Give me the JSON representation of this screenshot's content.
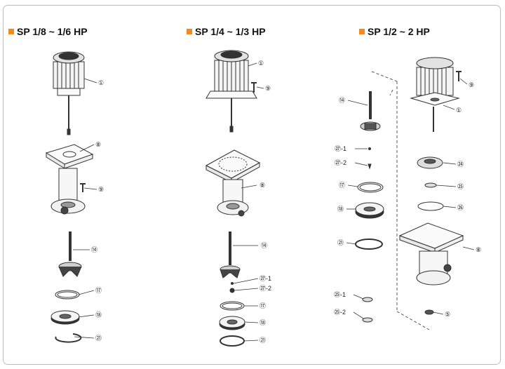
{
  "headers": [
    {
      "title": "SP 1/8 ~ 1/6 HP"
    },
    {
      "title": "SP 1/4 ~ 1/3 HP"
    },
    {
      "title": "SP 1/2 ~ 2 HP"
    }
  ],
  "colors": {
    "accent": "#f28a1e",
    "line": "#333333",
    "frame": "#bdbdbd"
  },
  "labels": [
    {
      "text": "①"
    },
    {
      "text": "⑧"
    },
    {
      "text": "⑨"
    },
    {
      "text": "⑭"
    },
    {
      "text": "⑰"
    },
    {
      "text": "⑱"
    },
    {
      "text": "㉑"
    },
    {
      "text": "①"
    },
    {
      "text": "⑨"
    },
    {
      "text": "⑧"
    },
    {
      "text": "⑭"
    },
    {
      "text": "㉗-1"
    },
    {
      "text": "㉗-2"
    },
    {
      "text": "⑰"
    },
    {
      "text": "⑱"
    },
    {
      "text": "㉑"
    },
    {
      "text": "⑭"
    },
    {
      "text": "㉗-1"
    },
    {
      "text": "㉗-2"
    },
    {
      "text": "⑰"
    },
    {
      "text": "⑱"
    },
    {
      "text": "㉑"
    },
    {
      "text": "㉕-1"
    },
    {
      "text": "㉕-2"
    },
    {
      "text": "⑨"
    },
    {
      "text": "①"
    },
    {
      "text": "㉔"
    },
    {
      "text": "㉕"
    },
    {
      "text": "㉖"
    },
    {
      "text": "⑧"
    },
    {
      "text": "⑤"
    }
  ]
}
